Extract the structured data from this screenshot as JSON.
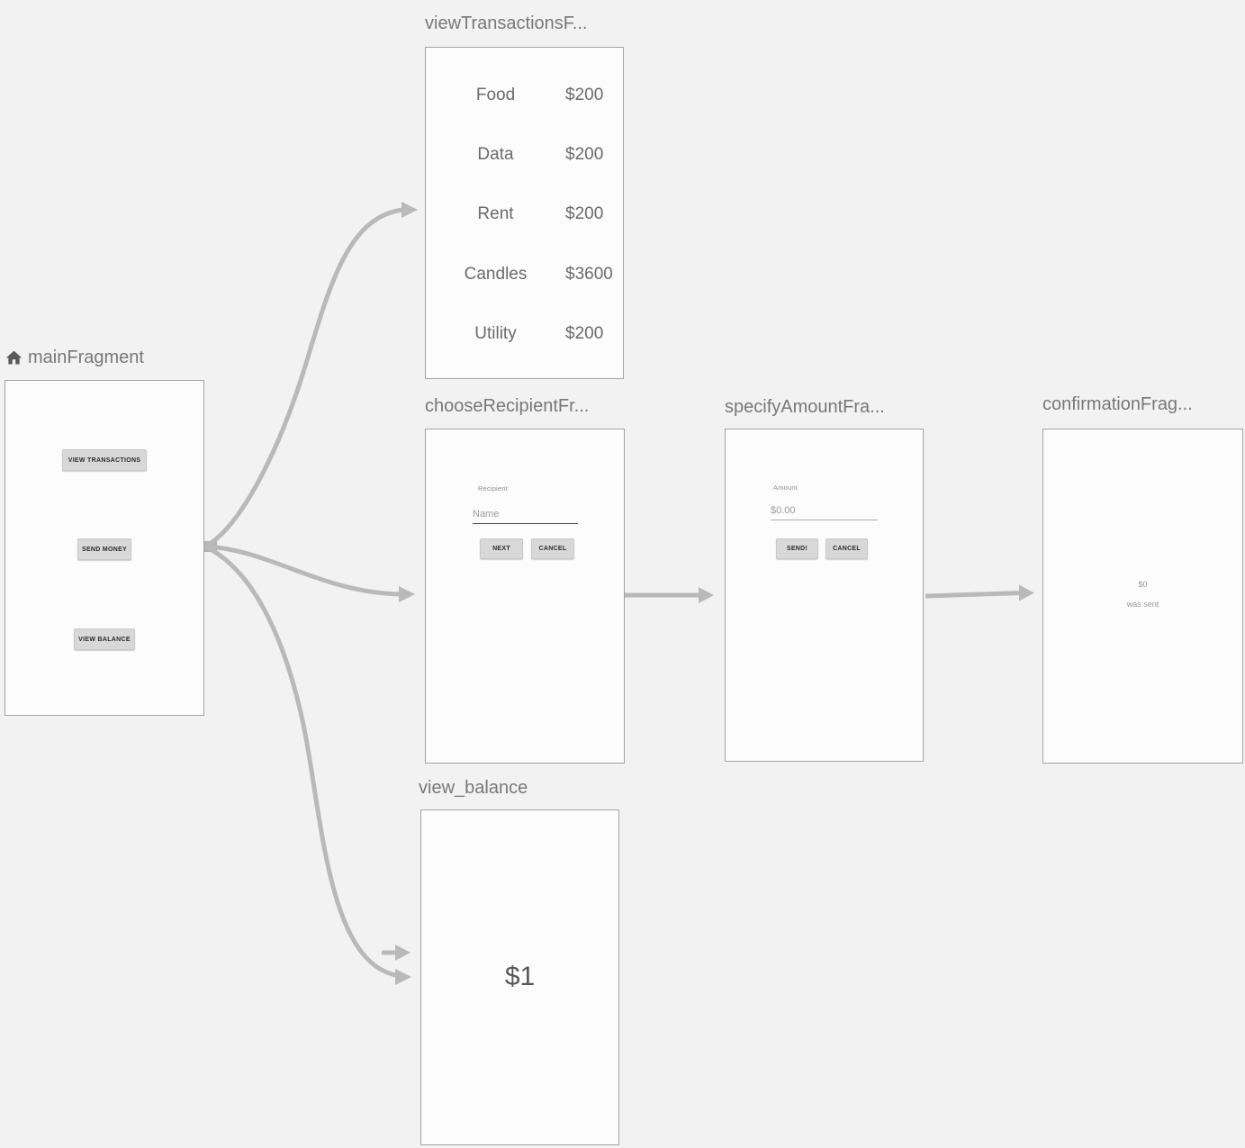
{
  "colors": {
    "canvas_bg": "#f2f2f2",
    "box_bg": "#fcfcfc",
    "box_border": "#a4a4a4",
    "arrow": "#b9b9b9",
    "title_text": "#787878",
    "button_bg": "#d8d8d8",
    "list_text": "#6b6b6b"
  },
  "fragments": {
    "main": {
      "title": "mainFragment",
      "home_icon": "home-icon",
      "view_transactions_button": "VIEW TRANSACTIONS",
      "send_money_button": "SEND MONEY",
      "view_balance_button": "VIEW BALANCE"
    },
    "viewTransactions": {
      "title": "viewTransactionsF...",
      "items": [
        {
          "category": "Food",
          "amount": "$200"
        },
        {
          "category": "Data",
          "amount": "$200"
        },
        {
          "category": "Rent",
          "amount": "$200"
        },
        {
          "category": "Candles",
          "amount": "$3600"
        },
        {
          "category": "Utility",
          "amount": "$200"
        }
      ]
    },
    "chooseRecipient": {
      "title": "chooseRecipientFr...",
      "field_label": "Recipient",
      "field_placeholder": "Name",
      "next_button": "NEXT",
      "cancel_button": "CANCEL"
    },
    "specifyAmount": {
      "title": "specifyAmountFra...",
      "field_label": "Amount",
      "field_placeholder": "$0.00",
      "send_button": "SEND!",
      "cancel_button": "CANCEL"
    },
    "confirmation": {
      "title": "confirmationFrag...",
      "amount": "$0",
      "message": "was sent"
    },
    "viewBalance": {
      "title": "view_balance",
      "balance": "$1"
    }
  }
}
